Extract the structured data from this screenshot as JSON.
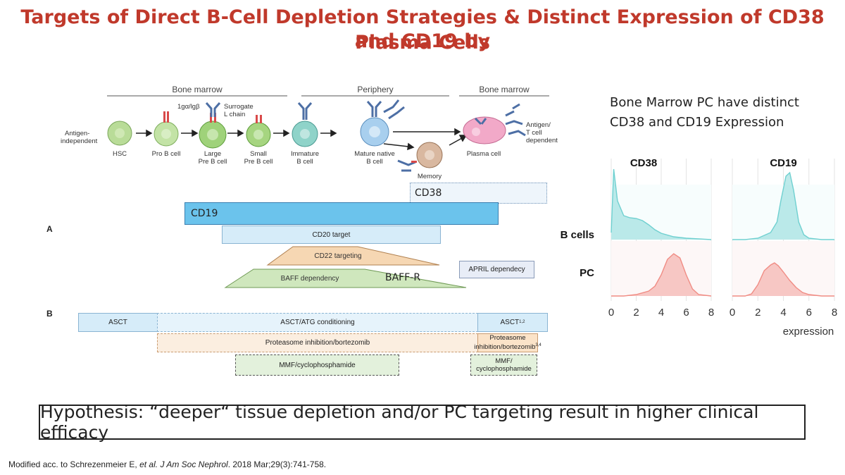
{
  "title_line1": "Targets of Direct B-Cell Depletion Strategies & Distinct Expression of CD38 and CD19 by",
  "title_line2": "Plasma Cells",
  "diagram": {
    "sections": {
      "bone_marrow_left": "Bone marrow",
      "periphery": "Periphery",
      "bone_marrow_right": "Bone marrow"
    },
    "annotations": {
      "ig": "1gα/lgβ",
      "surrogate_1": "Surrogate",
      "surrogate_2": "L chain",
      "antigen_ind_1": "Antigen-",
      "antigen_ind_2": "independent",
      "antigen_dep_1": "Antigen/",
      "antigen_dep_2": "T cell",
      "antigen_dep_3": "dependent"
    },
    "cells": [
      {
        "line1": "HSC",
        "line2": "",
        "color": "#b9dc98"
      },
      {
        "line1": "Pro B cell",
        "line2": "",
        "color": "#c3e3a6"
      },
      {
        "line1": "Large",
        "line2": "Pre B cell",
        "color": "#9fd27a"
      },
      {
        "line1": "Small",
        "line2": "Pre B cell",
        "color": "#a6d580"
      },
      {
        "line1": "Immature",
        "line2": "B cell",
        "color": "#8fd3c9"
      },
      {
        "line1": "Mature native",
        "line2": "B cell",
        "color": "#a8cfee"
      },
      {
        "line1": "Memory",
        "line2": "",
        "color": "#d9b8a0"
      },
      {
        "line1": "Plasma cell",
        "line2": "",
        "color": "#f2a9c8"
      }
    ],
    "panel_a": "A",
    "panel_b": "B",
    "bars_a": {
      "cd38": "CD38",
      "cd19": "CD19",
      "cd20": "CD20 target",
      "cd22": "CD22 targeting",
      "baff": "BAFF dependency",
      "baffr": "BAFF-R",
      "april": "APRIL dependecy"
    },
    "bars_b": {
      "asct": "ASCT",
      "asct_atg": "ASCT/ATG conditioning",
      "asct_right": "ASCT",
      "asct_sup": "1,2",
      "proteasome": "Proteasome inhibition/bortezomib",
      "proteasome_r1": "Proteasome",
      "proteasome_r2": "inhibition/bortezomib",
      "proteasome_sup": "3,4",
      "mmf": "MMF/cyclophosphamide",
      "mmf_r1": "MMF/",
      "mmf_r2": "cyclophosphamide"
    }
  },
  "right_panel": {
    "line1": "Bone Marrow PC have distinct",
    "line2": "CD38 and CD19 Expression"
  },
  "chart_data": {
    "type": "area",
    "panels": [
      {
        "title": "CD38",
        "series": [
          {
            "name": "B cells",
            "color": "#6fd0d0",
            "x": [
              0,
              0.2,
              0.5,
              1,
              1.5,
              2,
              2.5,
              3,
              3.5,
              4,
              5,
              6,
              7,
              8
            ],
            "y": [
              0.1,
              1.0,
              0.55,
              0.34,
              0.31,
              0.3,
              0.27,
              0.21,
              0.14,
              0.09,
              0.04,
              0.02,
              0.01,
              0.0
            ]
          },
          {
            "name": "PC",
            "color": "#f08c84",
            "x": [
              0,
              1,
              2,
              3,
              3.5,
              4,
              4.5,
              5,
              5.5,
              6,
              6.5,
              7,
              8
            ],
            "y": [
              0.0,
              0.0,
              0.02,
              0.07,
              0.14,
              0.3,
              0.52,
              0.6,
              0.54,
              0.3,
              0.1,
              0.02,
              0.0
            ]
          }
        ]
      },
      {
        "title": "CD19",
        "series": [
          {
            "name": "B cells",
            "color": "#6fd0d0",
            "x": [
              0,
              1,
              2,
              3,
              3.5,
              3.8,
              4.2,
              4.5,
              4.8,
              5.2,
              5.6,
              6,
              7,
              8
            ],
            "y": [
              0.0,
              0.0,
              0.02,
              0.1,
              0.25,
              0.55,
              0.9,
              0.95,
              0.7,
              0.25,
              0.07,
              0.02,
              0.0,
              0.0
            ]
          },
          {
            "name": "PC",
            "color": "#f08c84",
            "x": [
              0,
              1,
              1.5,
              2,
              2.5,
              3,
              3.3,
              3.6,
              4,
              4.5,
              5,
              5.5,
              6,
              7,
              8
            ],
            "y": [
              0.0,
              0.0,
              0.03,
              0.16,
              0.36,
              0.44,
              0.47,
              0.43,
              0.34,
              0.22,
              0.12,
              0.05,
              0.02,
              0.0,
              0.0
            ]
          }
        ]
      }
    ],
    "row_labels": [
      "B cells",
      "PC"
    ],
    "x_ticks": [
      "0",
      "2",
      "4",
      "6",
      "8"
    ],
    "xlim": [
      0,
      8
    ],
    "xlabel": "expression"
  },
  "hypothesis": "Hypothesis: “deeper“ tissue depletion and/or PC targeting result in higher clinical efficacy",
  "reference": {
    "part1": "Modified acc. to Schrezenmeier E, ",
    "italic1": "et al. J Am Soc Nephrol",
    "part2": ". 2018 Mar;29(3):741-758."
  }
}
